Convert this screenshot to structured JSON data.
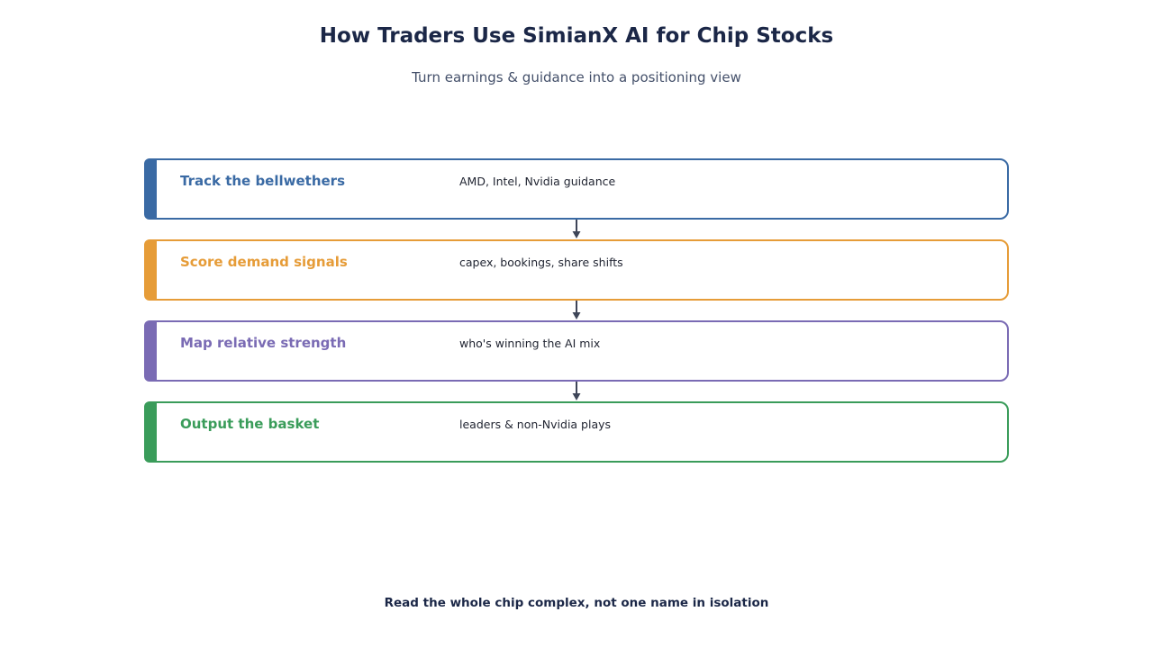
{
  "title": "How Traders Use SimianX AI for Chip Stocks",
  "subtitle": "Turn earnings & guidance into a positioning view",
  "steps": [
    {
      "label": "Track the bellwethers",
      "detail": "AMD, Intel, Nvidia guidance",
      "color": "#3a6aa4"
    },
    {
      "label": "Score demand signals",
      "detail": "capex, bookings, share shifts",
      "color": "#e69c38"
    },
    {
      "label": "Map relative strength",
      "detail": "who's winning the AI mix",
      "color": "#7a6bb4"
    },
    {
      "label": "Output the basket",
      "detail": "leaders & non-Nvidia plays",
      "color": "#3a9c5a"
    }
  ],
  "footer": "Read the whole chip complex, not one name in isolation",
  "colors": {
    "title": "#1b2747",
    "subtitle": "#44506a",
    "arrow": "#3e4558"
  }
}
